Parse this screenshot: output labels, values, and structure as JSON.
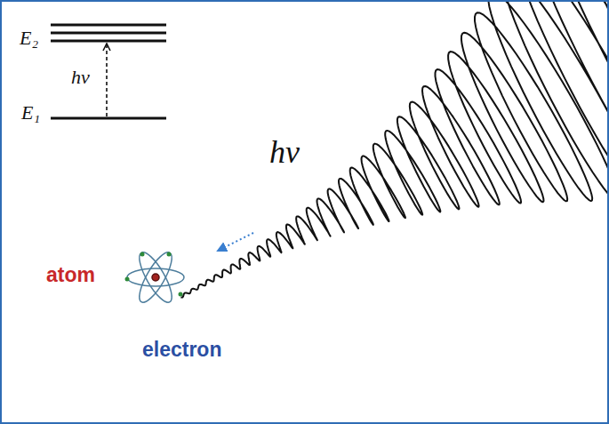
{
  "diagram": {
    "labels": [
      "E₂",
      "hν",
      "E₁",
      "hν",
      "atom",
      "electron"
    ]
  }
}
